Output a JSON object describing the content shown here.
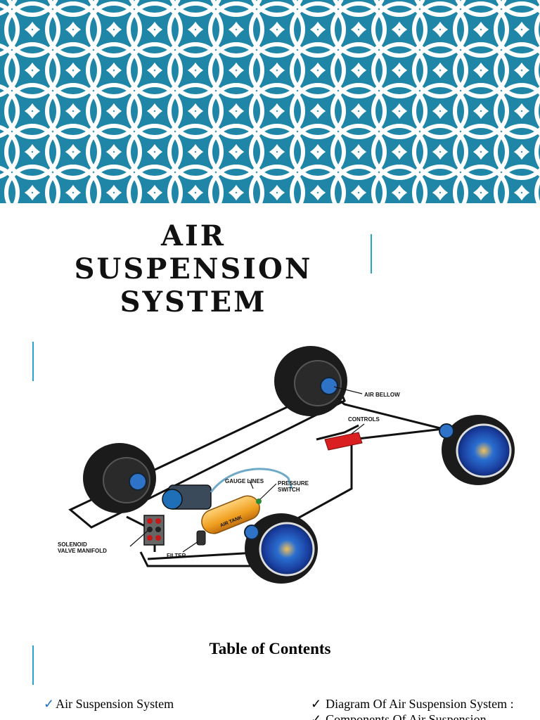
{
  "slide": {
    "title": "AIR SUSPENSION SYSTEM"
  },
  "colors": {
    "banner": "#1f86a8",
    "accent": "#2aa3c9"
  },
  "diagram": {
    "labels": {
      "air_bellow": "AIR BELLOW",
      "controls": "CONTROLS",
      "gauge_lines": "GAUGE LINES",
      "pressure_switch_1": "PRESSURE",
      "pressure_switch_2": "SWITCH",
      "air_tank": "AIR TANK",
      "solenoid_1": "SOLENOID",
      "solenoid_2": "VALVE MANIFOLD",
      "filter": "FILTER"
    }
  },
  "toc": {
    "heading": "Table of Contents",
    "left_items": [
      "Air Suspension System"
    ],
    "right_items": [
      "Diagram Of Air Suspension System :",
      "Components Of Air Suspension"
    ]
  }
}
